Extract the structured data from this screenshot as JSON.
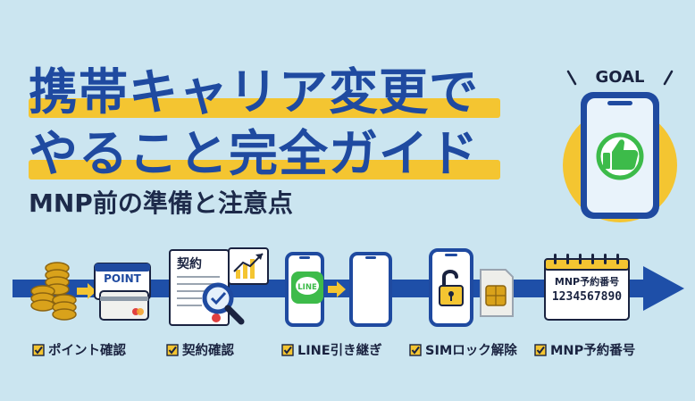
{
  "title": {
    "line1": "携帯キャリア変更で",
    "line2": "やること完全ガイド"
  },
  "subtitle": "MNP前の準備と注意点",
  "goal": {
    "label": "GOAL",
    "icon": "thumbs-up-icon"
  },
  "steps": [
    {
      "label": "ポイント確認",
      "icon": "coins-point-card-icon"
    },
    {
      "label": "契約確認",
      "icon": "contract-magnifier-icon"
    },
    {
      "label": "LINE引き継ぎ",
      "icon": "line-transfer-icon"
    },
    {
      "label": "SIMロック解除",
      "icon": "unlock-sim-icon"
    },
    {
      "label": "MNP予約番号",
      "icon": "calendar-number-icon"
    }
  ],
  "cards": {
    "point_card": "POINT",
    "contract_doc": "契約",
    "line_badge": "LINE",
    "mnp_title": "MNP予約番号",
    "mnp_number": "1234567890"
  },
  "colors": {
    "background": "#cbe5f0",
    "navy": "#1f4aa0",
    "yellow": "#f4c531",
    "arrow": "#1e4fa8",
    "line_green": "#3dbb4a"
  }
}
